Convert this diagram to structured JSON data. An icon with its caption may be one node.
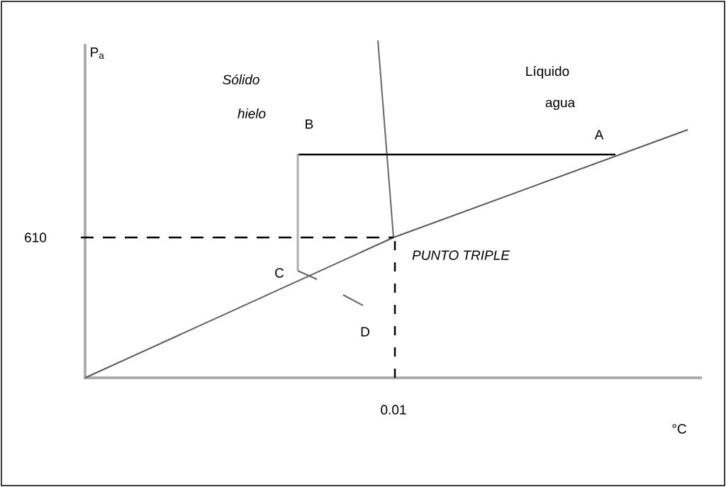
{
  "diagram": {
    "labels": [
      "P$_{a}$",
      "Sólido",
      "hielo",
      "Líquido",
      "agua",
      "B",
      "A",
      "610",
      "C",
      "PUNTO TRIPLE",
      "D",
      "0.01",
      "°C"
    ]
  }
}
